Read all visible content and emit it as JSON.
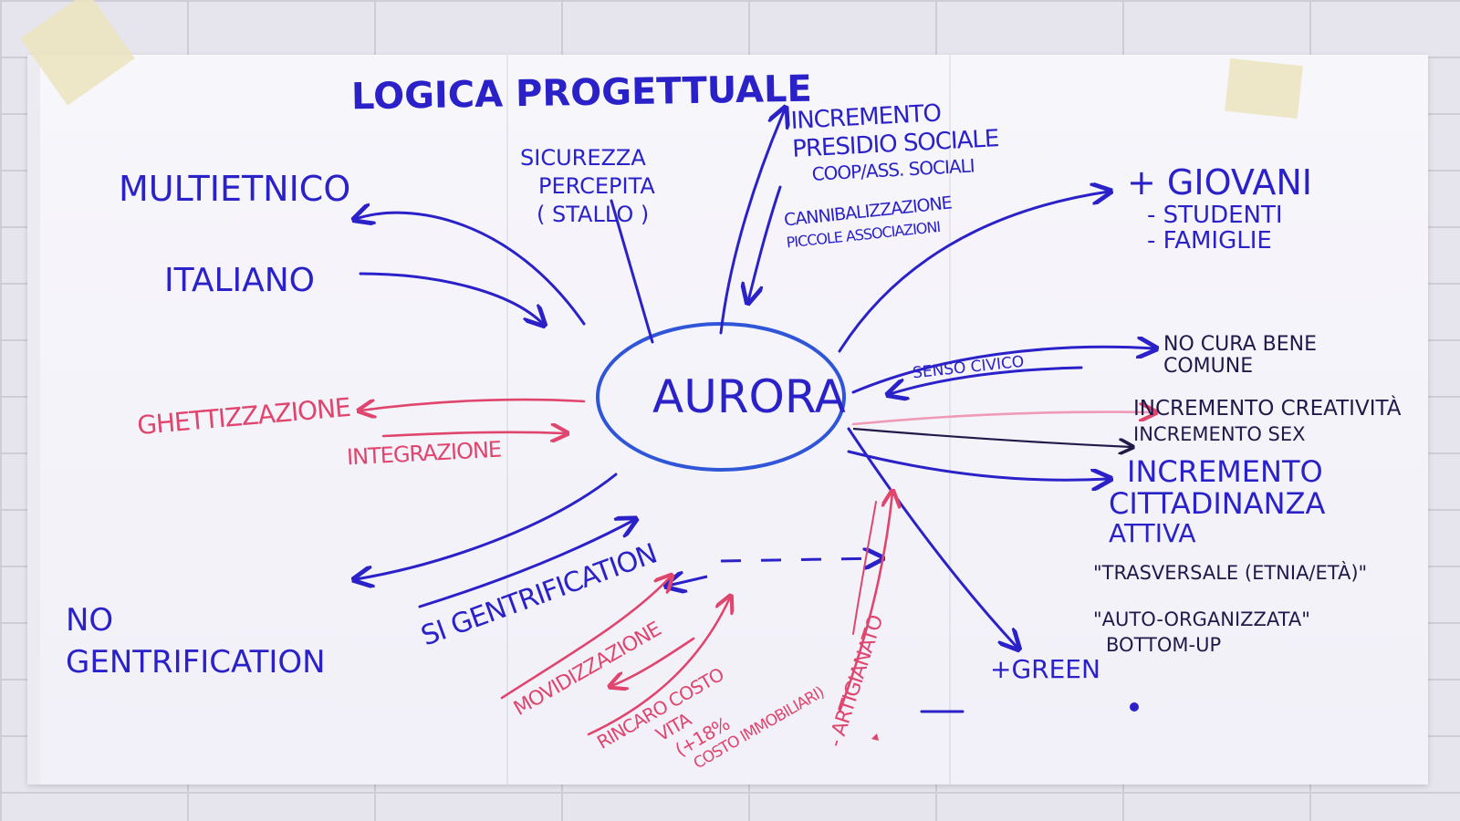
{
  "title": "LOGICA PROGETTUALE",
  "center": "AURORA",
  "colors": {
    "blue": "#2a22c8",
    "pink": "#e0456e",
    "dark": "#1f1a4a",
    "paper": "#f4f3f9"
  },
  "left": {
    "multietnico": "MULTIETNICO",
    "italiano": "ITALIANO",
    "ghettizzazione": "GHETTIZZAZIONE",
    "integrazione": "INTEGRAZIONE",
    "no_gentrification": [
      "NO",
      "GENTRIFICATION"
    ],
    "si_gentrification": "SI GENTRIFICATION"
  },
  "top": {
    "sicurezza": [
      "SICUREZZA",
      "PERCEPITA",
      "( STALLO )"
    ],
    "incremento": [
      "INCREMENTO",
      "PRESIDIO SOCIALE",
      "COOP/ASS. SOCIALI"
    ],
    "cannibalizzazione": [
      "CANNIBALIZZAZIONE",
      "PICCOLE ASSOCIAZIONI"
    ]
  },
  "right": {
    "giovani": [
      "+ GIOVANI",
      "- STUDENTI",
      "- FAMIGLIE"
    ],
    "no_cura": [
      "NO CURA BENE",
      "COMUNE"
    ],
    "senso_civico": "SENSO CIVICO",
    "creativita": "INCREMENTO CREATIVITÀ",
    "sex": "INCREMENTO SEX",
    "cittadinanza": [
      "INCREMENTO",
      "CITTADINANZA",
      "ATTIVA"
    ],
    "trasversale": "\"TRASVERSALE (ETNIA/ETÀ)\"",
    "auto_org": [
      "\"AUTO-ORGANIZZATA\"",
      "BOTTOM-UP"
    ],
    "green": "+GREEN"
  },
  "bottom": {
    "movidizzazione": "MOVIDIZZAZIONE",
    "rincaro": [
      "RINCARO COSTO",
      "VITA",
      "(+18%",
      "COSTO IMMOBILIARI)"
    ],
    "artigianato": "- ARTIGIANATO"
  }
}
